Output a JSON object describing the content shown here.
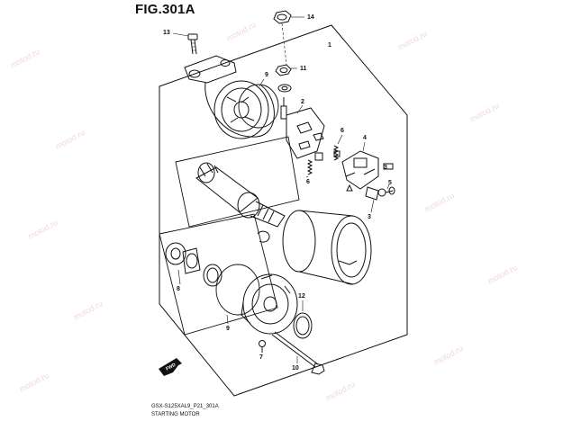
{
  "figure": {
    "title": "FIG.301A",
    "model_code": "GSX-S125XAL9_P21_301A",
    "assembly_name": "STARTING MOTOR"
  },
  "watermark": {
    "text": "motod.ru"
  },
  "callouts": {
    "c1": "1",
    "c2": "2",
    "c3a": "3",
    "c3b": "3",
    "c4": "4",
    "c5": "5",
    "c6a": "6",
    "c6b": "6",
    "c7": "7",
    "c8": "8",
    "c9a": "9",
    "c9b": "9",
    "c10": "10",
    "c11": "11",
    "c12": "12",
    "c13": "13",
    "c14": "14"
  },
  "front_marker": {
    "label": "FWD"
  }
}
